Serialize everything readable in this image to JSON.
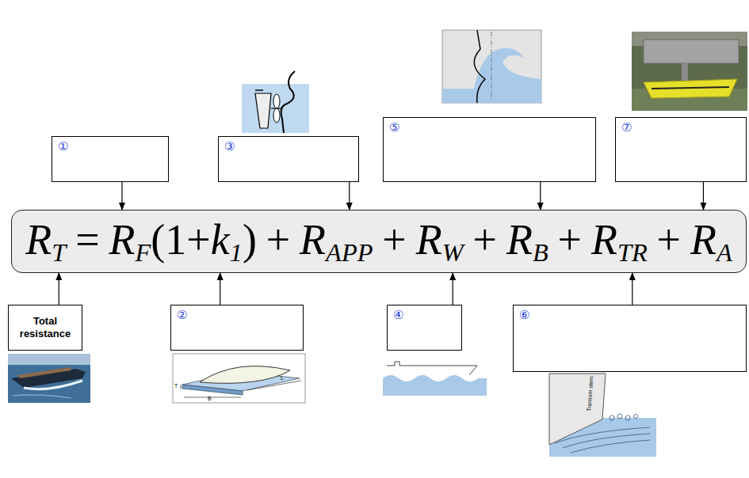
{
  "diagram": {
    "nodes": [
      {
        "text": [
          "①"
        ]
      },
      {
        "text": [
          "③"
        ]
      },
      {
        "text": [
          "⑤"
        ]
      },
      {
        "text": [
          "⑦"
        ]
      },
      {
        "text": [
          "R",
          "T",
          "=",
          "R",
          "F",
          "(1+",
          "k",
          "1",
          ")",
          "+",
          "R",
          "APP",
          "+",
          "R",
          "W",
          "+",
          "R",
          "B",
          "+",
          "R",
          "TR",
          "+",
          "R",
          "A"
        ]
      },
      {
        "text": [
          "Total resistance"
        ]
      },
      {
        "text": [
          "②"
        ]
      },
      {
        "text": [
          "④"
        ]
      },
      {
        "text": [
          "⑥"
        ]
      }
    ],
    "edges": [
      {
        "from": 0,
        "to": 4,
        "arrow": "to"
      },
      {
        "from": 1,
        "to": 4,
        "arrow": "to"
      },
      {
        "from": 2,
        "to": 4,
        "arrow": "to"
      },
      {
        "from": 3,
        "to": 4,
        "arrow": "to"
      },
      {
        "from": 5,
        "to": 4,
        "arrow": "to"
      },
      {
        "from": 6,
        "to": 4,
        "arrow": "to"
      },
      {
        "from": 7,
        "to": 4,
        "arrow": "to"
      },
      {
        "from": 8,
        "to": 4,
        "arrow": "to"
      }
    ],
    "labels": [
      "T",
      "B",
      "L",
      "Transom stern"
    ]
  }
}
